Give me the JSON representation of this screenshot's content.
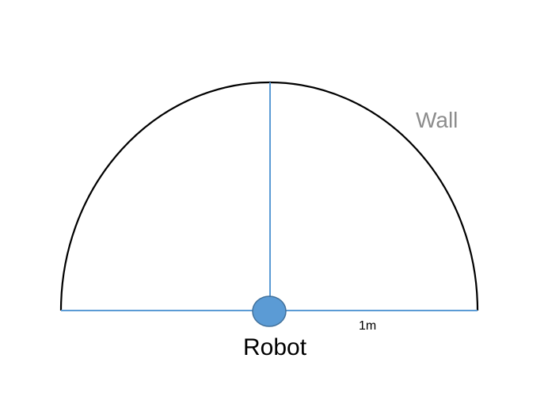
{
  "labels": {
    "wall": "Wall",
    "robot": "Robot",
    "distance": "1m"
  },
  "colors": {
    "wall_stroke": "#000000",
    "wall_label": "#8c8c8c",
    "radius_lines": "#5b9bd5",
    "robot_fill": "#5b9bd5",
    "robot_stroke": "#41719c",
    "text": "#000000"
  }
}
